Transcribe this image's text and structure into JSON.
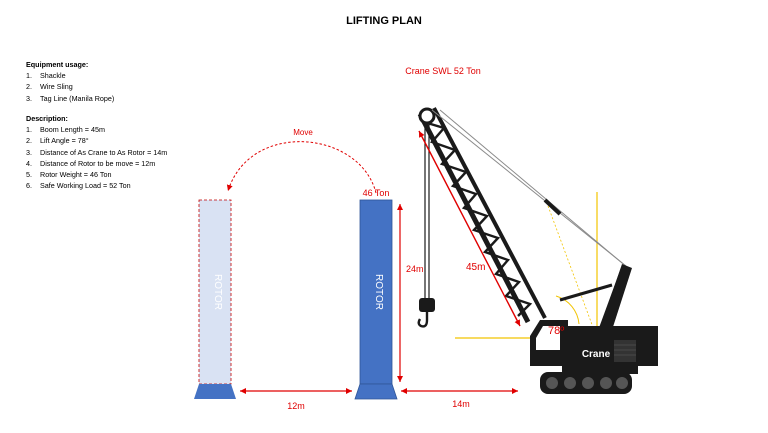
{
  "title": "LIFTING PLAN",
  "equipment": {
    "heading": "Equipment usage:",
    "items": [
      "Shackle",
      "Wire Sling",
      "Tag Line (Manila Rope)"
    ]
  },
  "description": {
    "heading": "Description:",
    "items": [
      "Boom Length = 45m",
      "Lift Angle = 78°",
      "Distance of As Crane to As Rotor = 14m",
      "Distance of Rotor to be move = 12m",
      "Rotor Weight = 46 Ton",
      "Safe Working Load = 52 Ton"
    ]
  },
  "labels": {
    "crane_swl": "Crane SWL 52 Ton",
    "move": "Move",
    "rotor_weight": "46 Ton",
    "rotor_new": "ROTOR",
    "rotor_current": "ROTOR",
    "height": "24m",
    "boom": "45m",
    "angle": "78º",
    "crane": "Crane",
    "dist_rotor": "12m",
    "dist_crane": "14m"
  },
  "colors": {
    "rotor_blue": "#4472c4",
    "rotor_ghost": "#d9e2f3",
    "accent_red": "#e00000",
    "guide_yellow": "#f2c400",
    "crane_dark": "#1a1a1a"
  }
}
